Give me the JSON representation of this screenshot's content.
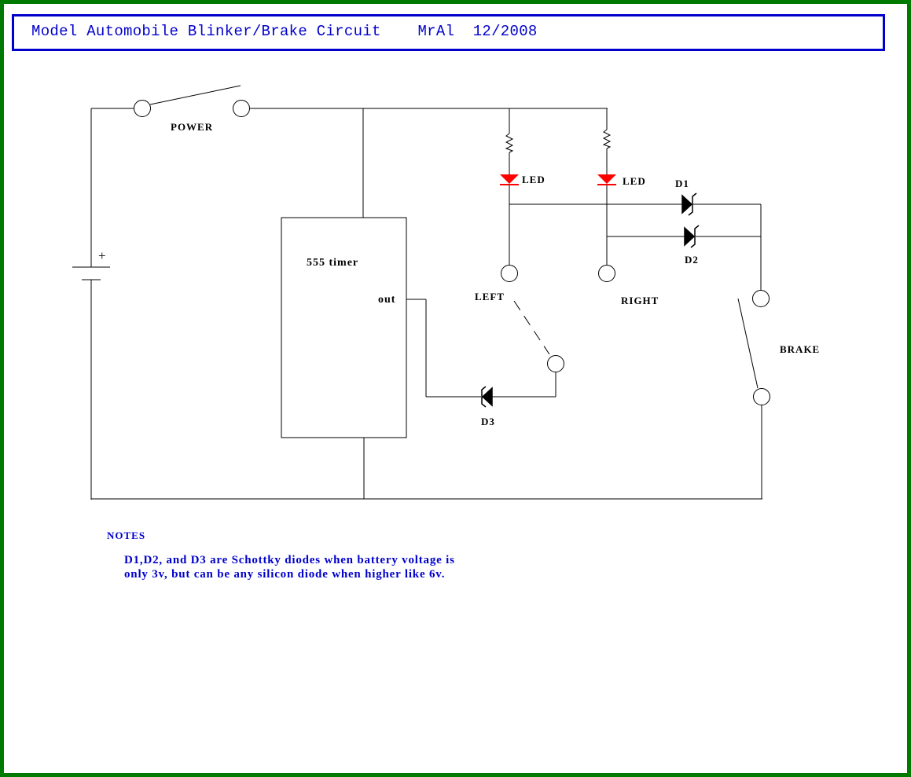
{
  "title": "Model Automobile Blinker/Brake Circuit    MrAl  12/2008",
  "labels": {
    "power": "POWER",
    "battery_plus": "+",
    "timer": "555 timer",
    "timer_out": "out",
    "led_left": "LED",
    "led_right": "LED",
    "d1": "D1",
    "d2": "D2",
    "d3": "D3",
    "left": "LEFT",
    "right": "RIGHT",
    "brake": "BRAKE"
  },
  "notes": {
    "heading": "NOTES",
    "text": "D1,D2, and D3 are Schottky diodes when battery voltage is\nonly 3v, but can be any silicon diode when higher like 6v."
  },
  "colors": {
    "frame": "#007a00",
    "title": "#0000cc",
    "led": "#ff0000",
    "wire": "#000000"
  }
}
